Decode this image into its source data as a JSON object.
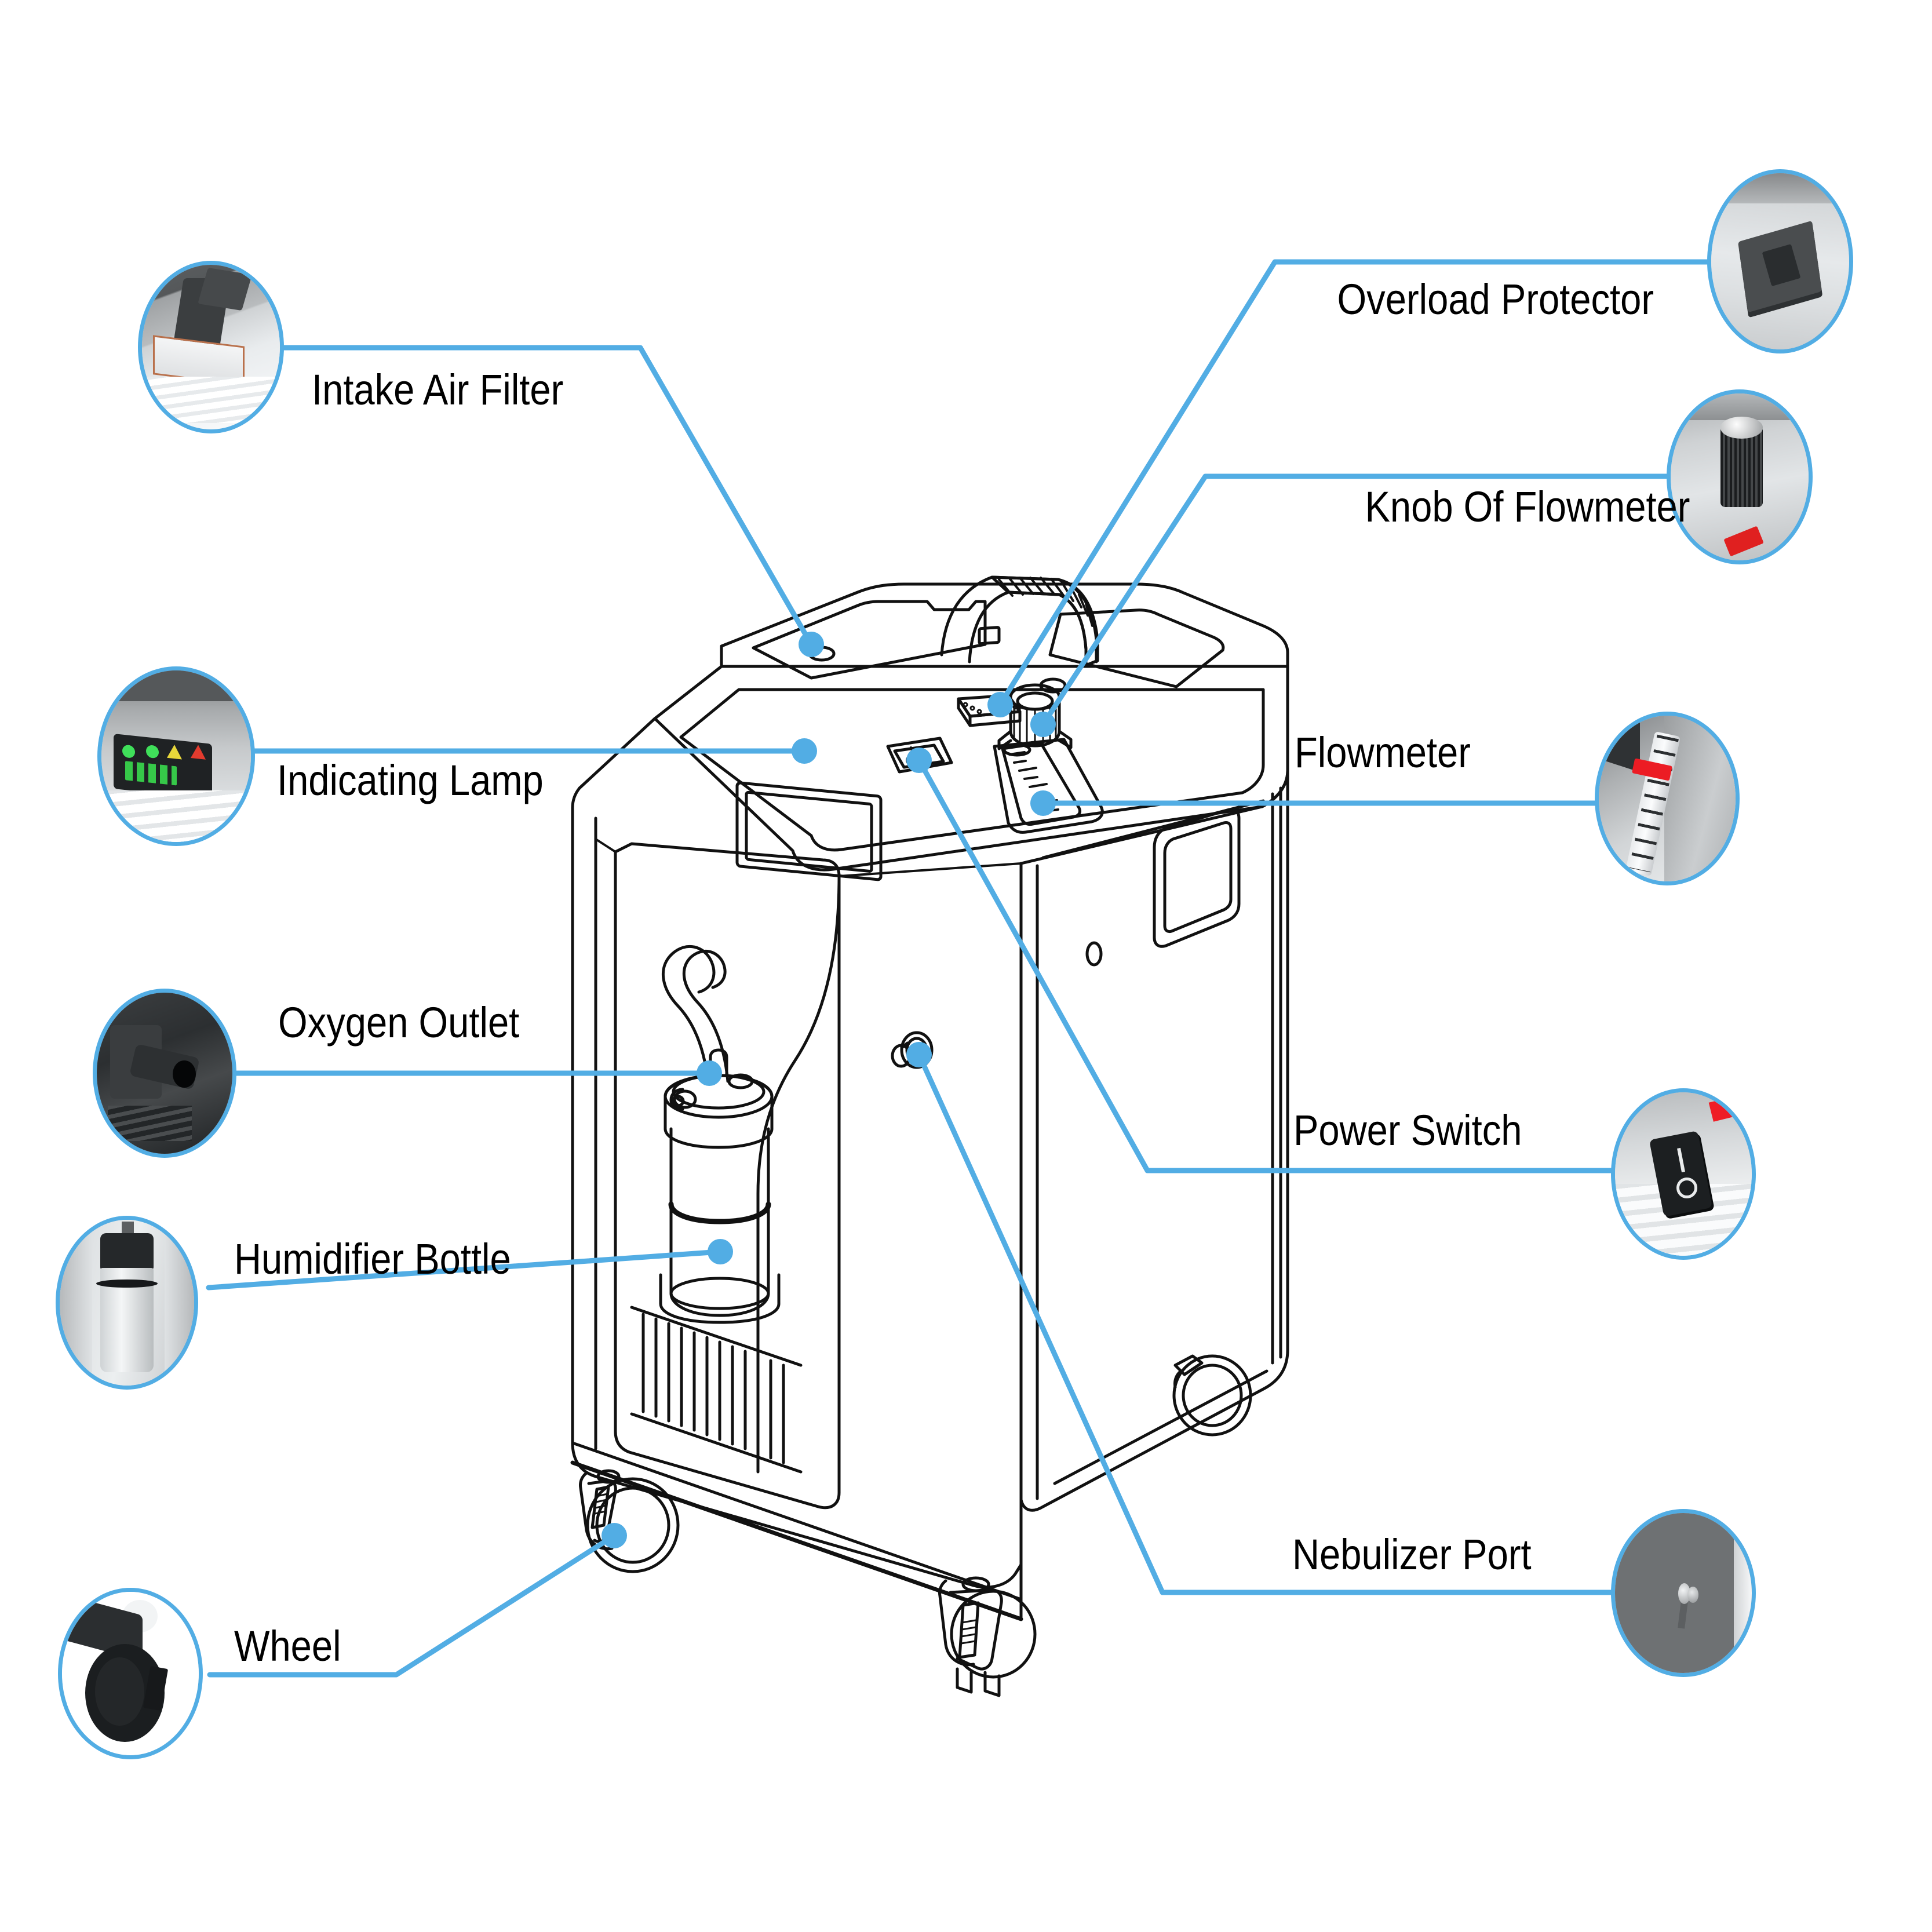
{
  "diagram": {
    "title": "Oxygen Concentrator Component Callout Diagram",
    "subject": "oxygen-concentrator",
    "accent_color": "#52ade4",
    "line_color": "#000000",
    "background_color": "#ffffff"
  },
  "callouts": [
    {
      "id": "intake-air-filter",
      "label": "Intake Air Filter",
      "side": "left",
      "thumbnail": "intake-air-filter-photo",
      "target": "top-cover-filter-panel"
    },
    {
      "id": "overload-protector",
      "label": "Overload Protector",
      "side": "right",
      "thumbnail": "overload-protector-photo",
      "target": "overload-protector-button"
    },
    {
      "id": "knob-of-flowmeter",
      "label": "Knob Of Flowmeter",
      "side": "right",
      "thumbnail": "flowmeter-knob-photo",
      "target": "flowmeter-knob"
    },
    {
      "id": "indicating-lamp",
      "label": "Indicating Lamp",
      "side": "left",
      "thumbnail": "indicating-lamp-photo",
      "target": "display-panel"
    },
    {
      "id": "flowmeter",
      "label": "Flowmeter",
      "side": "right",
      "thumbnail": "flowmeter-photo",
      "target": "flowmeter-tube"
    },
    {
      "id": "oxygen-outlet",
      "label": "Oxygen Outlet",
      "side": "left",
      "thumbnail": "oxygen-outlet-photo",
      "target": "humidifier-outlet-nipple"
    },
    {
      "id": "power-switch",
      "label": "Power Switch",
      "side": "right",
      "thumbnail": "power-switch-photo",
      "target": "rocker-switch"
    },
    {
      "id": "humidifier-bottle",
      "label": "Humidifier Bottle",
      "side": "left",
      "thumbnail": "humidifier-bottle-photo",
      "target": "humidifier-bottle-body"
    },
    {
      "id": "nebulizer-port",
      "label": "Nebulizer Port",
      "side": "right",
      "thumbnail": "nebulizer-port-photo",
      "target": "side-panel-nebulizer-nipple"
    },
    {
      "id": "wheel",
      "label": "Wheel",
      "side": "left",
      "thumbnail": "wheel-photo",
      "target": "front-left-caster"
    }
  ],
  "thumbnails": {
    "intake-air-filter-photo": {
      "name": "intake-air-filter-photo"
    },
    "overload-protector-photo": {
      "name": "overload-protector-photo"
    },
    "flowmeter-knob-photo": {
      "name": "flowmeter-knob-photo"
    },
    "indicating-lamp-photo": {
      "name": "indicating-lamp-photo"
    },
    "flowmeter-photo": {
      "name": "flowmeter-photo"
    },
    "oxygen-outlet-photo": {
      "name": "oxygen-outlet-photo"
    },
    "power-switch-photo": {
      "name": "power-switch-photo"
    },
    "humidifier-bottle-photo": {
      "name": "humidifier-bottle-photo"
    },
    "nebulizer-port-photo": {
      "name": "nebulizer-port-photo"
    },
    "wheel-photo": {
      "name": "wheel-photo"
    }
  },
  "device_parts": [
    {
      "id": "carry-handle",
      "name": "carry-handle"
    },
    {
      "id": "top-cover-filter-panel",
      "name": "intake-air-filter-cover"
    },
    {
      "id": "display-panel",
      "name": "indicating-lamp-display"
    },
    {
      "id": "overload-protector-button",
      "name": "overload-protector"
    },
    {
      "id": "flowmeter-knob",
      "name": "flowmeter-knob"
    },
    {
      "id": "flowmeter-tube",
      "name": "flowmeter-tube"
    },
    {
      "id": "rocker-switch",
      "name": "power-switch"
    },
    {
      "id": "humidifier-bottle-body",
      "name": "humidifier-bottle"
    },
    {
      "id": "humidifier-outlet-nipple",
      "name": "oxygen-outlet"
    },
    {
      "id": "side-panel-nebulizer-nipple",
      "name": "nebulizer-port"
    },
    {
      "id": "side-grip-handle",
      "name": "side-grip-handle"
    },
    {
      "id": "vent-louvers",
      "name": "vent-louvers"
    },
    {
      "id": "front-left-caster",
      "name": "front-left-wheel"
    },
    {
      "id": "front-right-caster",
      "name": "front-right-wheel"
    },
    {
      "id": "rear-caster",
      "name": "rear-wheel"
    }
  ]
}
